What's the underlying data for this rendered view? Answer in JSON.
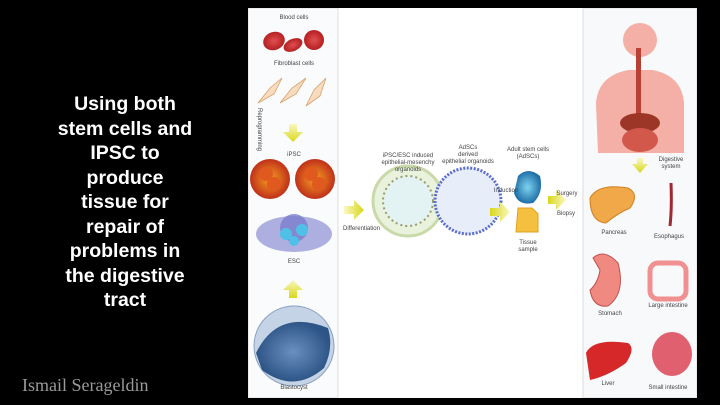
{
  "slide": {
    "title_lines": [
      "Using both",
      "stem cells and",
      "IPSC to",
      "produce",
      "tissue for",
      "repair of",
      "problems in",
      "the digestive",
      "tract"
    ],
    "author": "Ismail Serageldin"
  },
  "figure": {
    "left_panel": {
      "blood_cells": "Blood cells",
      "fibroblast_cells": "Fibroblast cells",
      "reprogramming": "Reprogramming",
      "ipsc": "iPSC",
      "esc": "ESC",
      "blastocyst": "Blastocyst"
    },
    "middle_panel": {
      "organoid1": [
        "iPSC/ESC induced",
        "epithelial-mesenchy",
        "organoids"
      ],
      "organoid2": [
        "AdSCs",
        "derived",
        "epithelial organoids"
      ],
      "adult_stem": [
        "Adult stem cells",
        "(AdSCs)"
      ],
      "induction": "Induction",
      "surgery": "Surgery",
      "biopsy": "Biopsy",
      "tissue_sample": [
        "Tissue",
        "sample"
      ],
      "differentiation": "Differentiation"
    },
    "right_panel": {
      "digestive_system": [
        "Digestive",
        "system"
      ],
      "pancreas": "Pancreas",
      "esophagus": "Esophagus",
      "stomach": "Stomach",
      "large_intestine": "Large intestine",
      "liver": "Liver",
      "small_intestine": "Small intestine"
    }
  }
}
